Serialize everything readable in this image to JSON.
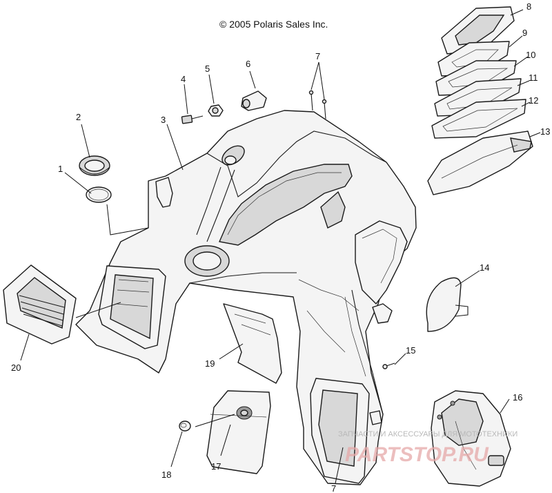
{
  "copyright": "© 2005 Polaris Sales Inc.",
  "callouts": [
    {
      "id": "c1",
      "label": "1"
    },
    {
      "id": "c2",
      "label": "2"
    },
    {
      "id": "c3",
      "label": "3"
    },
    {
      "id": "c4",
      "label": "4"
    },
    {
      "id": "c5",
      "label": "5"
    },
    {
      "id": "c6",
      "label": "6"
    },
    {
      "id": "c7a",
      "label": "7"
    },
    {
      "id": "c7b",
      "label": "7"
    },
    {
      "id": "c8",
      "label": "8"
    },
    {
      "id": "c9",
      "label": "9"
    },
    {
      "id": "c10",
      "label": "10"
    },
    {
      "id": "c11",
      "label": "11"
    },
    {
      "id": "c12",
      "label": "12"
    },
    {
      "id": "c13",
      "label": "13"
    },
    {
      "id": "c14",
      "label": "14"
    },
    {
      "id": "c15",
      "label": "15"
    },
    {
      "id": "c16",
      "label": "16"
    },
    {
      "id": "c17",
      "label": "17"
    },
    {
      "id": "c18",
      "label": "18"
    },
    {
      "id": "c19",
      "label": "19"
    },
    {
      "id": "c20",
      "label": "20"
    }
  ],
  "watermark": {
    "caption": "ЗАПЧАСТИ И АКСЕССУАРЫ ДЛЯ МОТОТЕХНИКИ",
    "logo": "PARTSTOP.RU"
  }
}
